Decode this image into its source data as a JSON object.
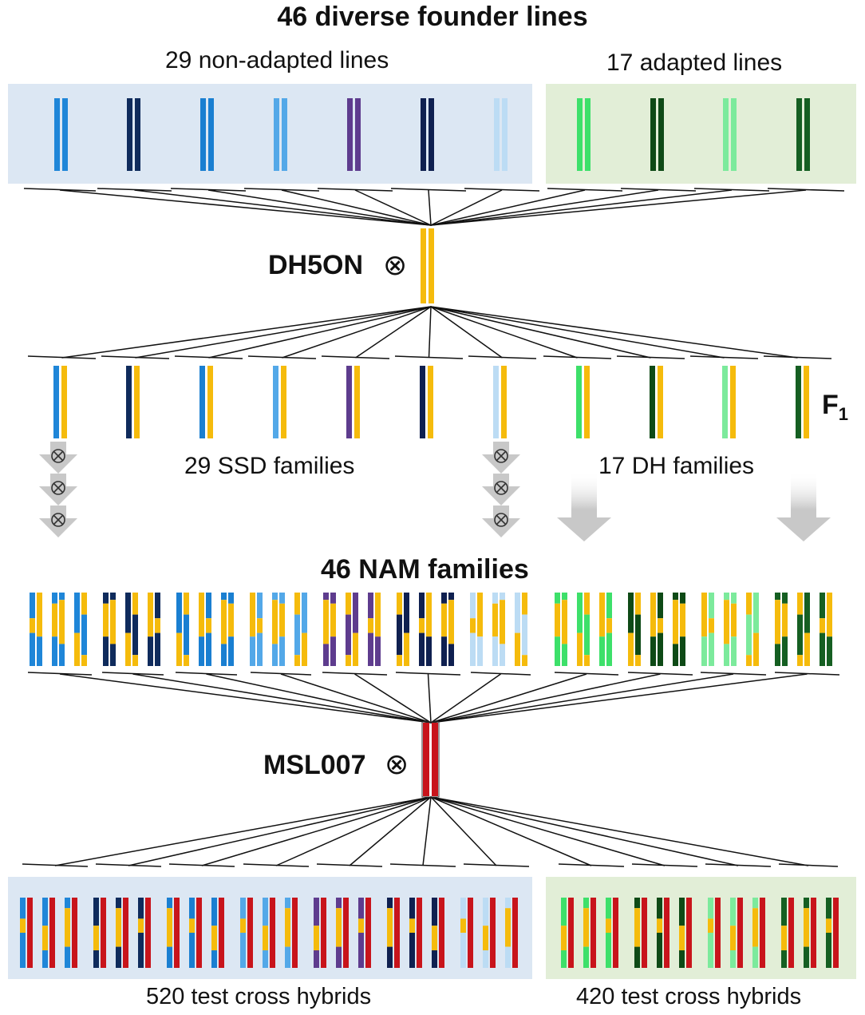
{
  "title": "46 diverse founder lines",
  "founders": {
    "non_adapted_label": "29 non-adapted lines",
    "adapted_label": "17 adapted lines"
  },
  "parents": {
    "first": "DH5ON",
    "second": "MSL007",
    "self_symbol": "⊗"
  },
  "generation": {
    "f_label": "F",
    "f_sub": "1"
  },
  "families": {
    "ssd_label": "29 SSD families",
    "dh_label": "17 DH families",
    "nam_label": "46 NAM families"
  },
  "hybrids": {
    "non_adapted_label": "520 test cross hybrids",
    "adapted_label": "420 test cross hybrids"
  },
  "colors": {
    "non_adapted_panel": "#dce7f3",
    "adapted_panel": "#e2eed7",
    "dh5on": "#f5bb0c",
    "msl007": "#c8141b",
    "arrow": "#c8c8c8",
    "founders": [
      "#1f86d8",
      "#0f2b5c",
      "#1a7fd1",
      "#53a8e8",
      "#5e3c8e",
      "#0f2050",
      "#bcdcf4",
      "#3de06a",
      "#0e4a16",
      "#7cea9c",
      "#155f22"
    ]
  }
}
